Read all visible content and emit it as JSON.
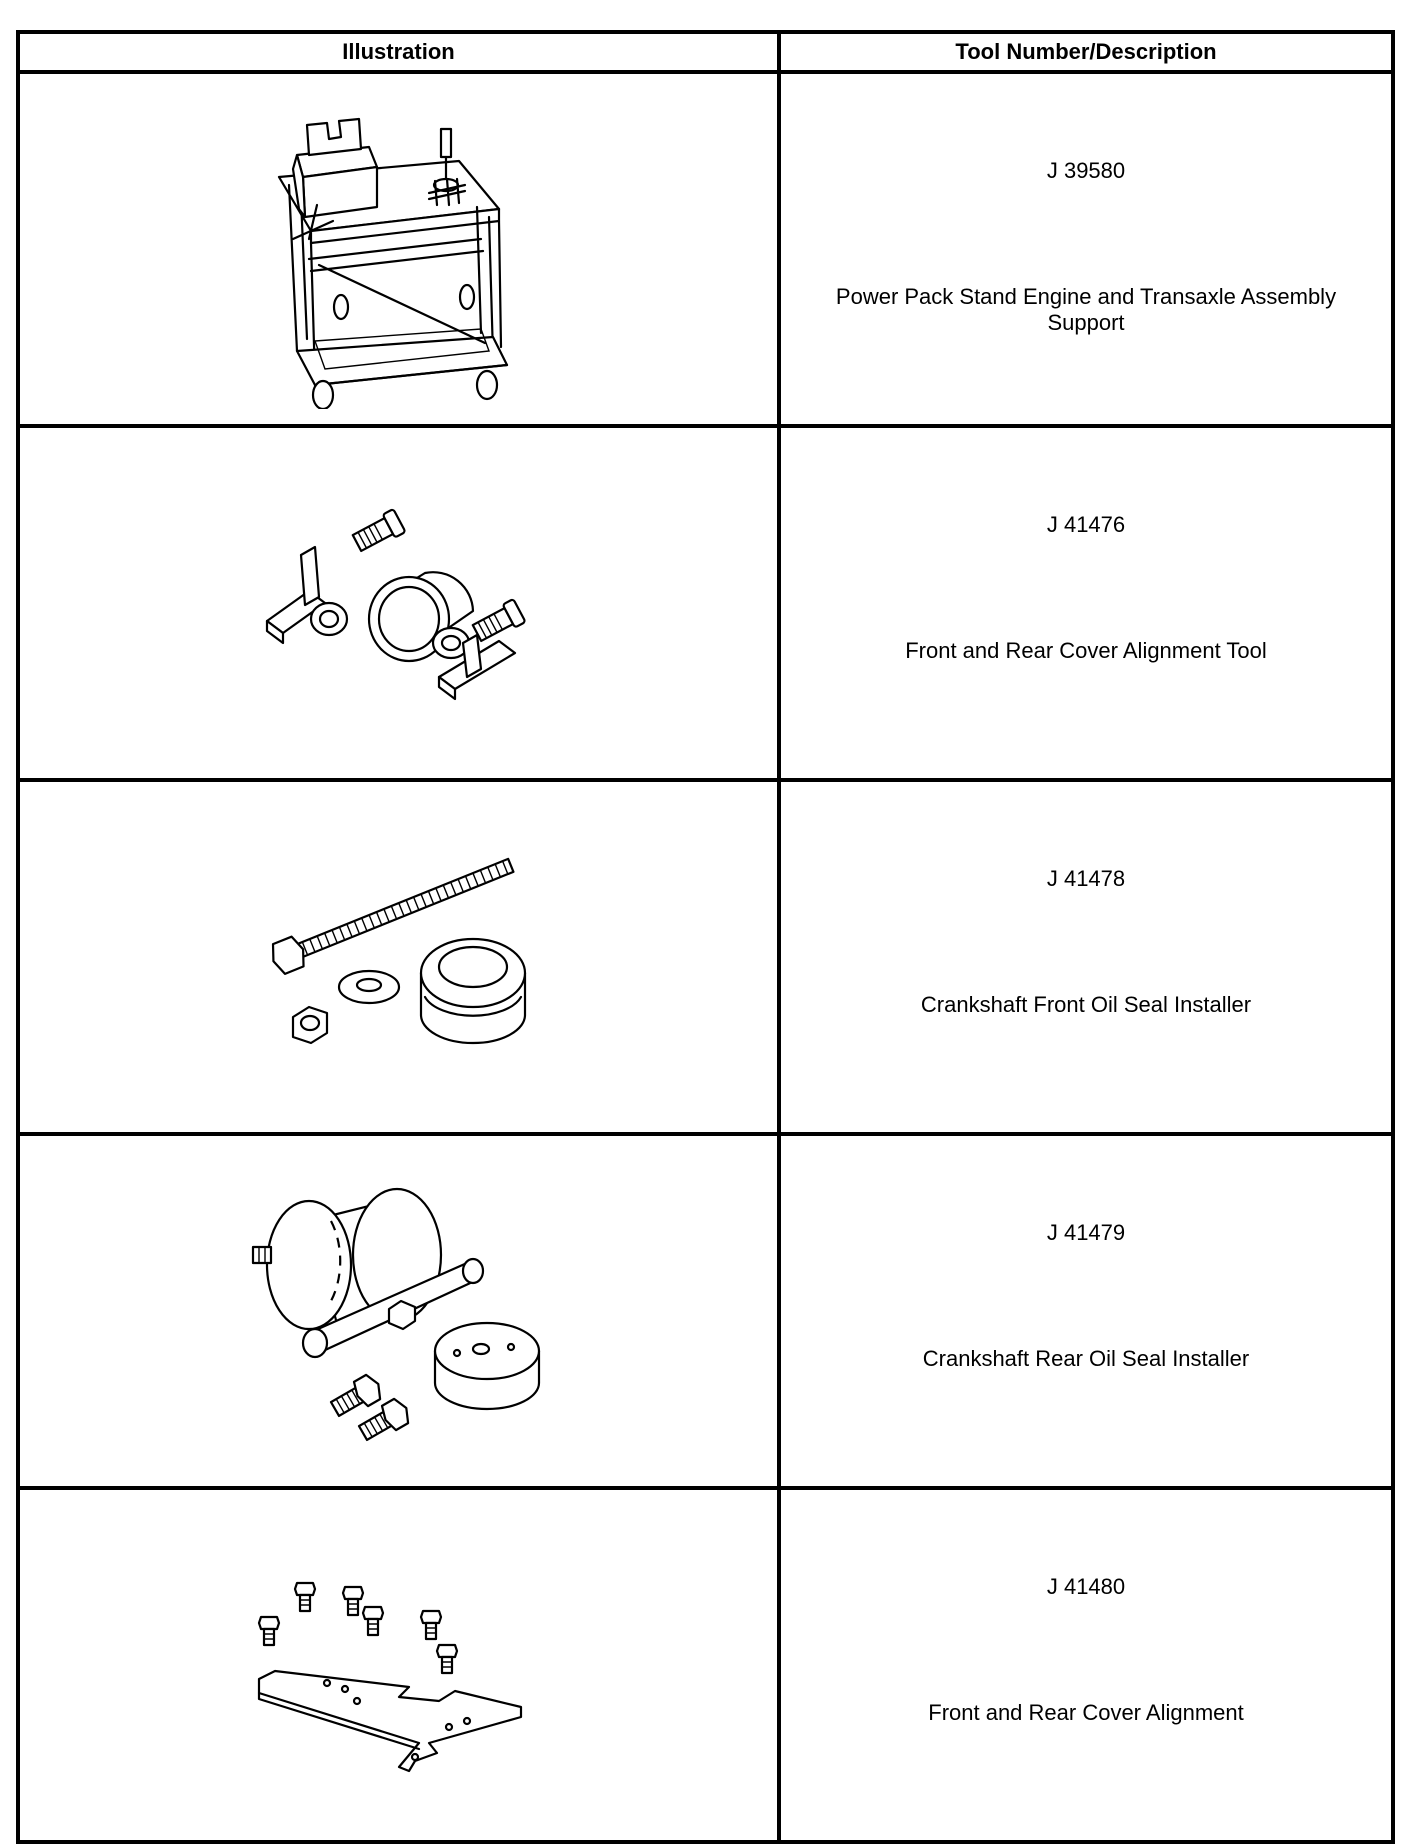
{
  "table": {
    "headers": [
      "Illustration",
      "Tool Number/Description"
    ],
    "rows": [
      {
        "tool_number": "J 39580",
        "description": "Power Pack Stand Engine and Transaxle Assembly Support",
        "illustration_icon": "engine-stand-illustration"
      },
      {
        "tool_number": "J 41476",
        "description": "Front and Rear Cover Alignment Tool",
        "illustration_icon": "cover-alignment-tool-illustration"
      },
      {
        "tool_number": "J 41478",
        "description": "Crankshaft Front Oil Seal Installer",
        "illustration_icon": "front-seal-installer-illustration"
      },
      {
        "tool_number": "J 41479",
        "description": "Crankshaft Rear Oil Seal Installer",
        "illustration_icon": "rear-seal-installer-illustration"
      },
      {
        "tool_number": "J 41480",
        "description": "Front and Rear Cover Alignment",
        "illustration_icon": "alignment-plate-illustration"
      }
    ]
  }
}
